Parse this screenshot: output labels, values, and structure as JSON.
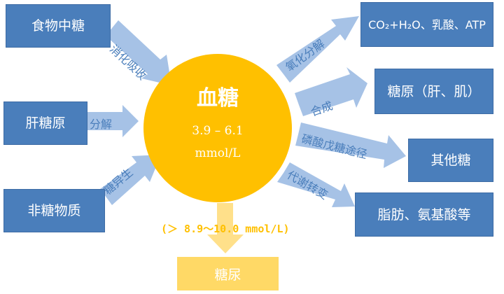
{
  "center": {
    "title": "血糖",
    "range": "3.9 – 6.1",
    "unit": "mmol/L"
  },
  "sources": {
    "food_sugar": "食物中糖",
    "liver_glycogen": "肝糖原",
    "non_sugar": "非糖物质"
  },
  "source_processes": {
    "digestion": "消化吸收",
    "decomposition": "分解",
    "gluconeogenesis": "糖异生"
  },
  "outputs": {
    "oxidation_products": "CO₂+H₂O、乳酸、ATP",
    "glycogen": "糖原（肝、肌）",
    "other_sugars": "其他糖",
    "fat_amino": "脂肪、氨基酸等"
  },
  "output_processes": {
    "oxidation": "氧化分解",
    "synthesis": "合成",
    "pentose_pathway": "磷酸戊糖途径",
    "conversion": "代谢转变"
  },
  "overflow": {
    "threshold": "(＞ 8.9～10.0 mmol/L)",
    "result": "糖尿"
  },
  "colors": {
    "box": "#4a7ebb",
    "arrow": "#a6c2e6",
    "circle": "#ffc000",
    "overflow_arrow": "#ffe08a",
    "overflow_box": "#ffd966"
  }
}
